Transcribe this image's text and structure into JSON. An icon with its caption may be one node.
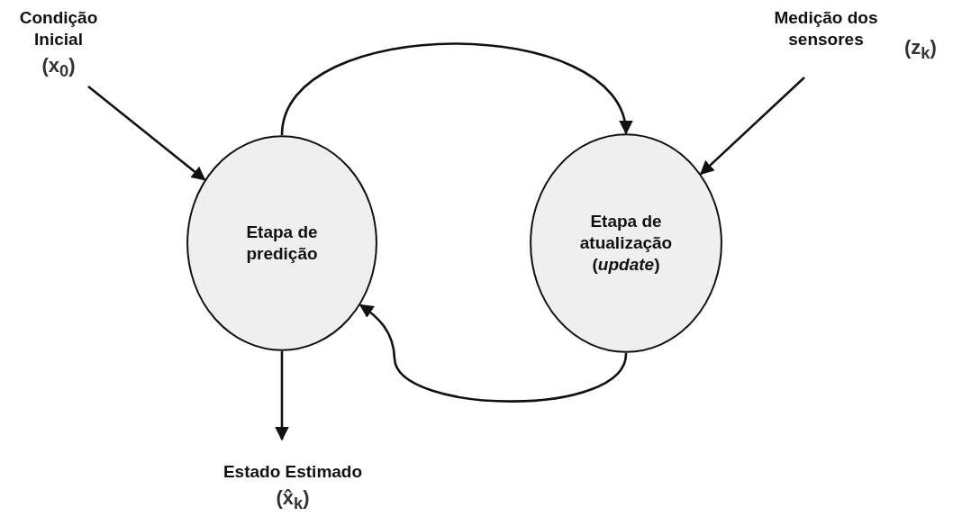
{
  "diagram": {
    "nodes": [
      {
        "text": [
          "Condição Inicial",
          "(x$_{0}$)"
        ]
      },
      {
        "text": [
          "Etapa de predição"
        ]
      },
      {
        "text": [
          "Etapa de atualização (*update*)"
        ]
      },
      {
        "text": [
          "Medição dos sensores",
          "(z$_{k}$)"
        ]
      },
      {
        "text": [
          "Estado Estimado",
          "(x̂$_{k}$)"
        ]
      }
    ],
    "edges": [
      {
        "from": 0,
        "to": 1,
        "arrow": "to"
      },
      {
        "from": 1,
        "to": 2,
        "arrow": "to"
      },
      {
        "from": 3,
        "to": 2,
        "arrow": "to"
      },
      {
        "from": 2,
        "to": 1,
        "arrow": "to"
      },
      {
        "from": 1,
        "to": 4,
        "arrow": "to"
      }
    ]
  }
}
